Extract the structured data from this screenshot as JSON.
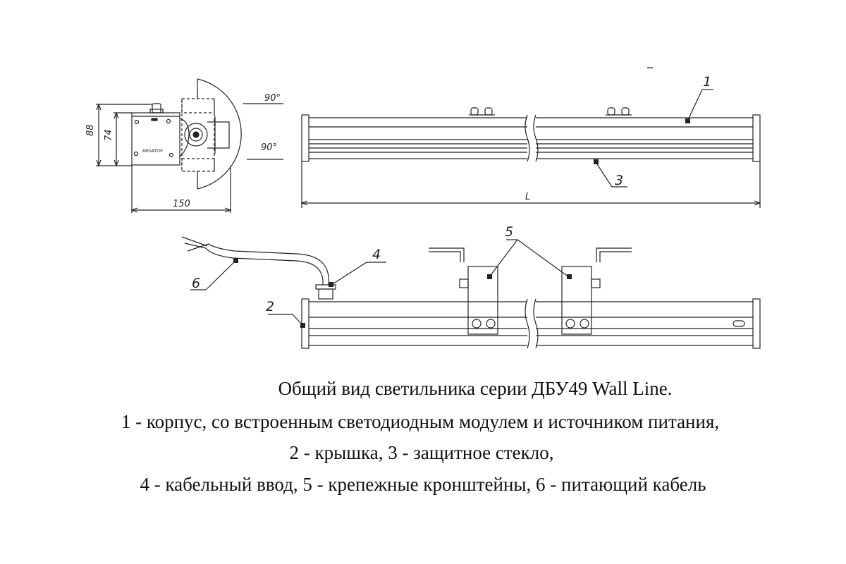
{
  "caption": {
    "title": "Общий вид светильника серии ДБУ49 Wall Line.",
    "line1": "1 - корпус, со встроенным светодиодным модулем и источником питания,",
    "line2": "2 - крышка, 3 - защитное стекло,",
    "line3": "4 - кабельный ввод, 5 - крепежные кронштейны, 6 - питающий кабель"
  },
  "side_view": {
    "dim_height_outer": "88",
    "dim_height_inner": "74",
    "dim_width": "150",
    "angle_top": "90°",
    "angle_bottom": "90°",
    "brand": "ARGATOV"
  },
  "front_view": {
    "dim_length": "L"
  },
  "callouts": {
    "c1": "1",
    "c2": "2",
    "c3": "3",
    "c4": "4",
    "c5": "5",
    "c6": "6"
  }
}
